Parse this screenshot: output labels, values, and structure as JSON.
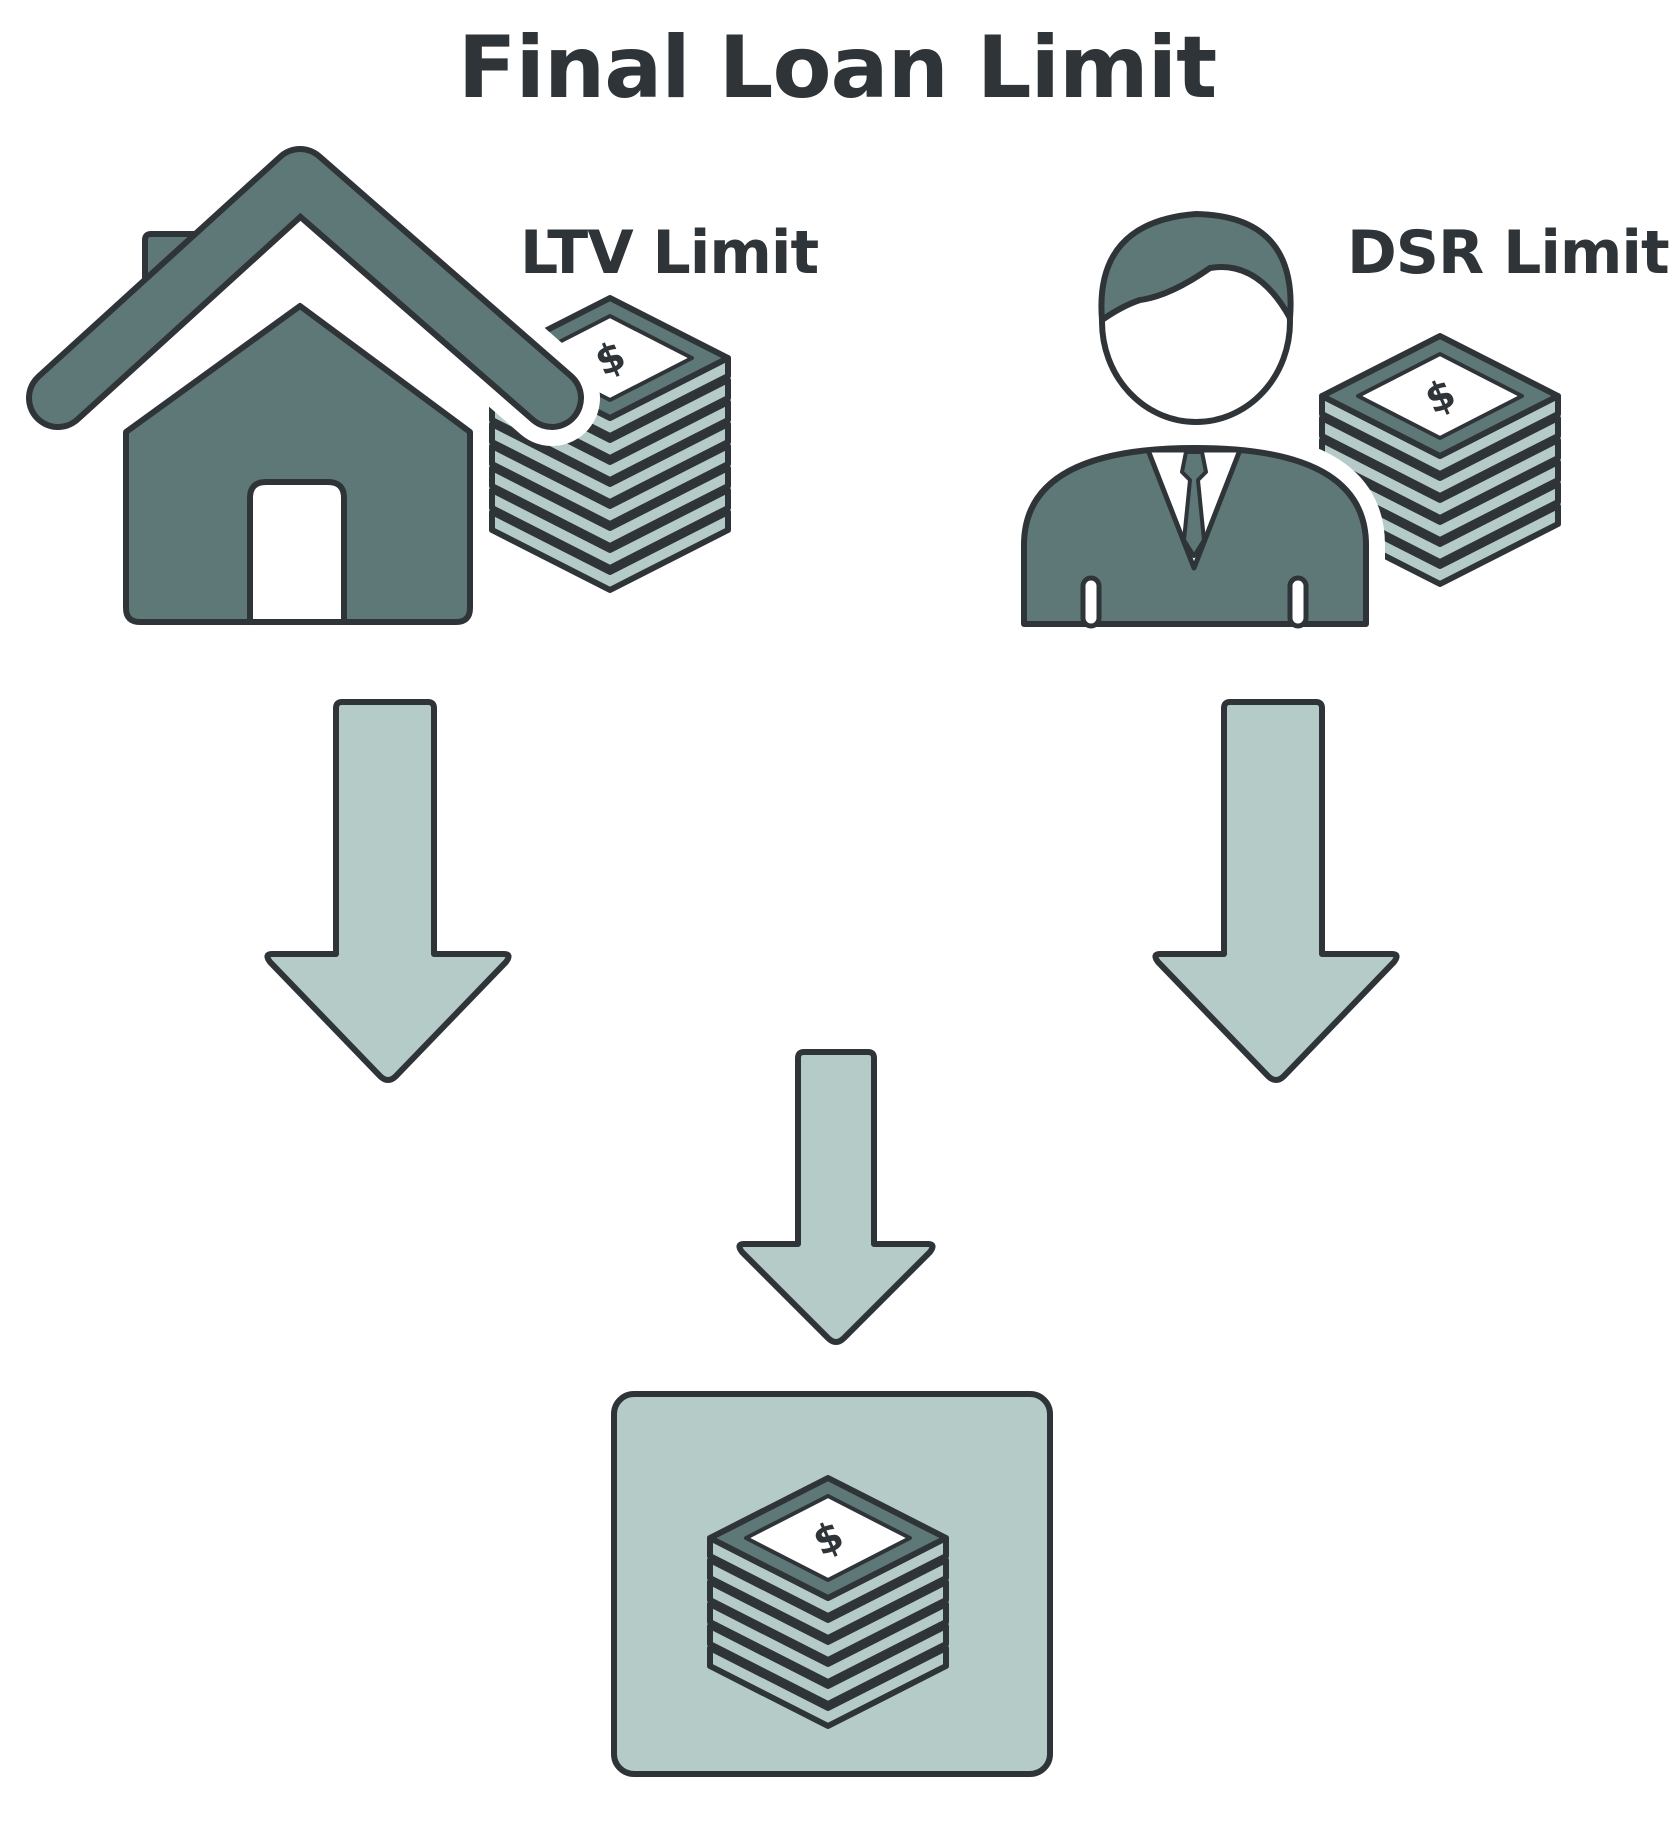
{
  "title": "Final Loan Limit",
  "ltv": {
    "label": "LTV Limit",
    "icon": "house-icon"
  },
  "dsr": {
    "label": "DSR Limit",
    "icon": "person-icon"
  },
  "result": {
    "icon": "money-stack-icon"
  },
  "colors": {
    "dark": "#5e7877",
    "light": "#b4cbc8",
    "outline": "#2e3437",
    "text": "#2e3437",
    "background": "#ffffff"
  }
}
